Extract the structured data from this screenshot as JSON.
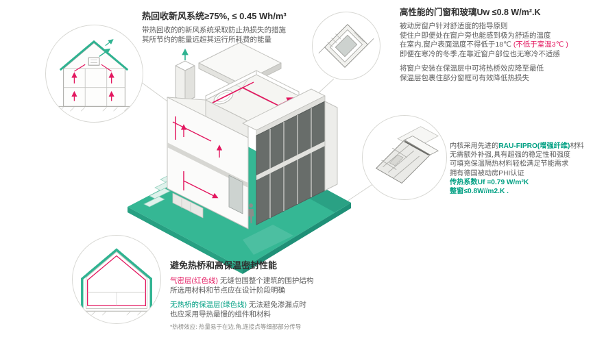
{
  "colors": {
    "teal": "#35b794",
    "teal_dark": "#23997c",
    "teal_line": "#2fb391",
    "red": "#e3175f",
    "green_text": "#00a083",
    "title_dark": "#2e2e2e",
    "body_gray": "#5d5d5d"
  },
  "heat_recovery": {
    "title": "热回收新风系统≥75%, ≤ 0.45 Wh/m³",
    "line1": "带热回收的的新风系统采取防止热损失的措施",
    "line2": "其所节约的能量远超其运行所耗费的能量"
  },
  "windows": {
    "title": "高性能的门窗和玻璃Uw ≤0.8 W/m².K",
    "line1": "被动房窗户针对舒适度的指导原则",
    "line2": "使住户即便处在窗户旁也能感到极为舒适的温度",
    "line3a": "在室内,窗户表面温度不得低于18℃ ",
    "line3b": "(不低于室温3℃ )",
    "line4": "即便在寒冷的冬季,在靠近窗户部位也无寒冷不适感",
    "line5": "将窗户安装在保温层中可将热桥效应降至最低",
    "line6": "保温层包裹住部分窗框可有效降低热损失"
  },
  "profile": {
    "line1a": "内核采用先进的",
    "line1b": "RAU-FIPRO(增强纤维)",
    "line1c": "材料",
    "line2": "无需额外补强,具有超强的稳定性和强度",
    "line3": "可填充保温隔热材料轻松满足节能需求",
    "line4": "拥有德国被动房PHI认证",
    "metric1": "传热系数Uf =0.79 W/m²K",
    "metric2": "整窗≤0.8W//m2.K ."
  },
  "thermal": {
    "title": "避免热桥和高保温密封性能",
    "line1a": "气密层(红色线)",
    "line1b": " 无缝包围整个建筑的围护结构",
    "line2": "所选用材料和节点应在设计阶段明确",
    "line3a": "无热桥的保温层(绿色线)",
    "line3b": " 无法避免渗漏点时",
    "line4": "也应采用导热最慢的组件和材料",
    "footnote": "*热桥效应: 热量易于在边,角,连接点等细部部分传导"
  }
}
